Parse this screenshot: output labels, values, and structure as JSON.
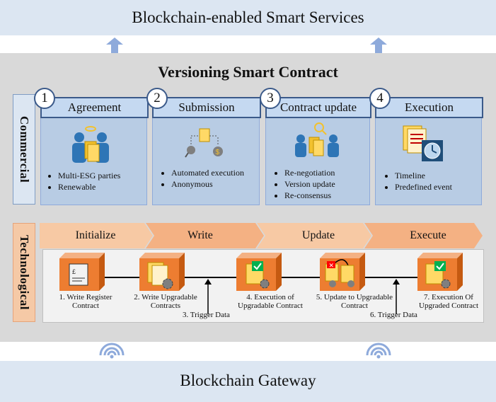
{
  "top_banner": "Blockchain-enabled Smart Services",
  "bottom_banner": "Blockchain Gateway",
  "title": "Versioning Smart Contract",
  "rows": {
    "commercial": "Commercial",
    "technological": "Technological"
  },
  "stages": [
    {
      "number": "1",
      "name": "Agreement",
      "bullets": [
        "Multi-ESG parties",
        "Renewable"
      ]
    },
    {
      "number": "2",
      "name": "Submission",
      "bullets": [
        "Automated execution",
        "Anonymous"
      ]
    },
    {
      "number": "3",
      "name": "Contract update",
      "bullets": [
        "Re-negotiation",
        "Version update",
        "Re-consensus"
      ]
    },
    {
      "number": "4",
      "name": "Execution",
      "bullets": [
        "Timeline",
        "Predefined event"
      ]
    }
  ],
  "phases": [
    "Initialize",
    "Write",
    "Update",
    "Execute"
  ],
  "steps": {
    "s1": "1. Write Register Contract",
    "s2": "2. Write Upgradable Contracts",
    "s3": "3. Trigger Data",
    "s4": "4. Execution of Upgradable Contract",
    "s5": "5. Update to Upgradable Contract",
    "s6": "6. Trigger Data",
    "s7": "7. Execution Of Upgraded Contract"
  },
  "colors": {
    "banner": "#dce6f2",
    "card": "#b8cce4",
    "chevron": "#f7c9a4",
    "box": "#ed7d31",
    "arrow": "#8eaadb"
  }
}
